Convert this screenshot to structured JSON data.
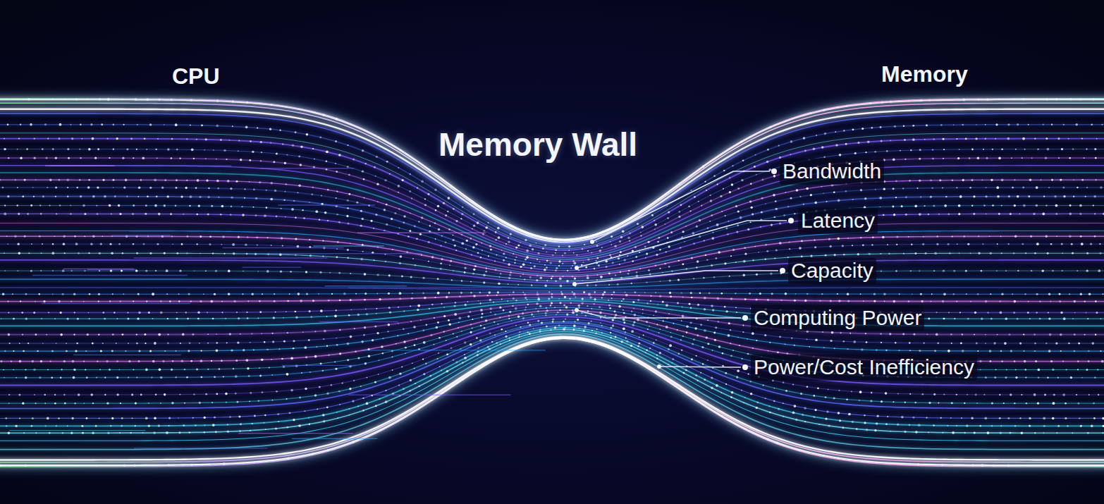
{
  "diagram": {
    "title": "Memory Wall",
    "labels": [
      "CPU",
      "Memory",
      "Bandwidth",
      "Latency",
      "Capacity",
      "Computing Power",
      "Power/Cost Inefficiency"
    ]
  }
}
